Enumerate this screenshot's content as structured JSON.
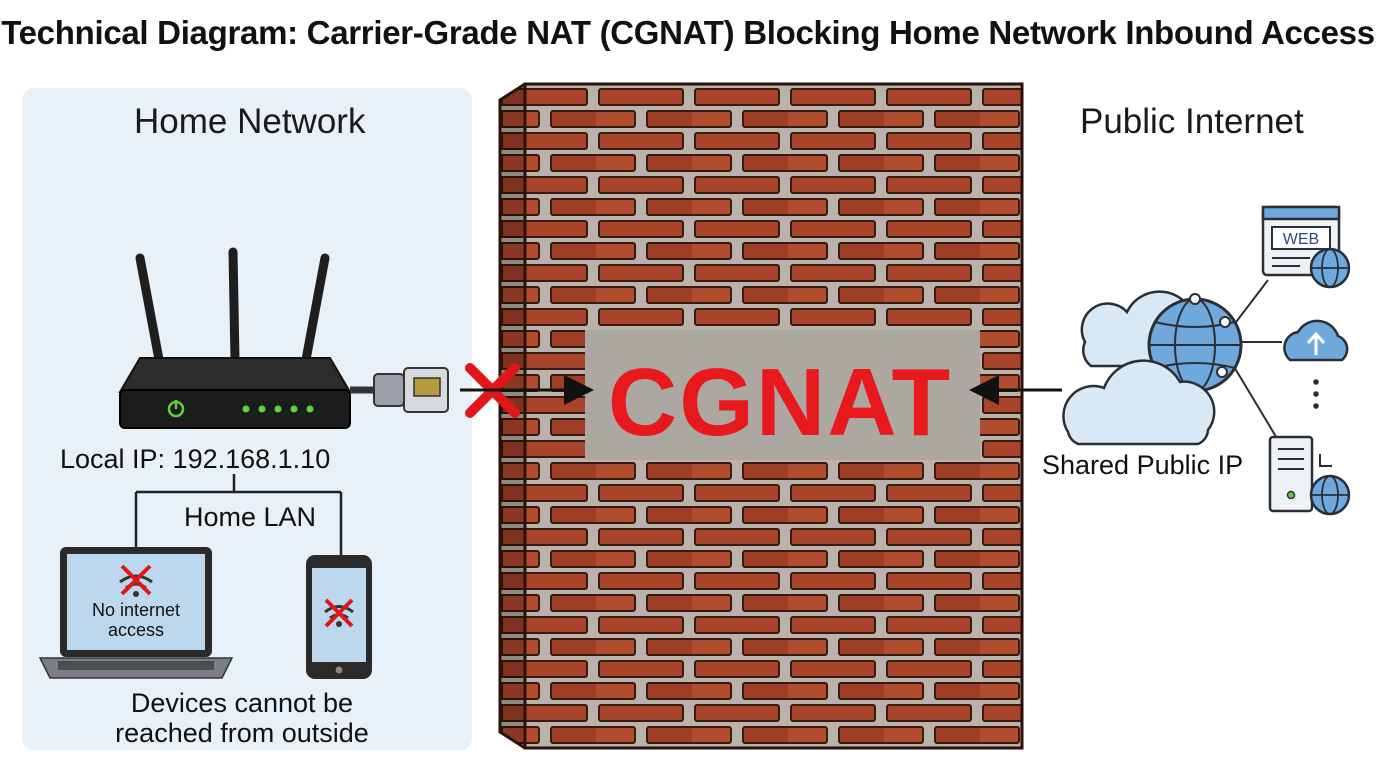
{
  "title": "Technical Diagram: Carrier-Grade NAT (CGNAT) Blocking Home Network Inbound Access",
  "home": {
    "heading": "Home Network",
    "local_ip": "Local IP: 192.168.1.10",
    "lan_label": "Home LAN",
    "laptop_status_line1": "No internet",
    "laptop_status_line2": "access",
    "caption_line1": "Devices cannot be",
    "caption_line2": "reached from outside"
  },
  "wall": {
    "label": "CGNAT",
    "label_color": "#e8191c",
    "brick_color": "#a8442a"
  },
  "internet": {
    "heading": "Public Internet",
    "shared_ip": "Shared Public IP",
    "web_label": "WEB"
  },
  "icons": [
    "router-icon",
    "ethernet-plug-icon",
    "blocked-x-icon",
    "laptop-icon",
    "phone-icon",
    "no-wifi-icon",
    "cloud-icon",
    "globe-icon",
    "web-page-icon",
    "cloud-upload-icon",
    "server-icon",
    "more-dots-icon"
  ]
}
